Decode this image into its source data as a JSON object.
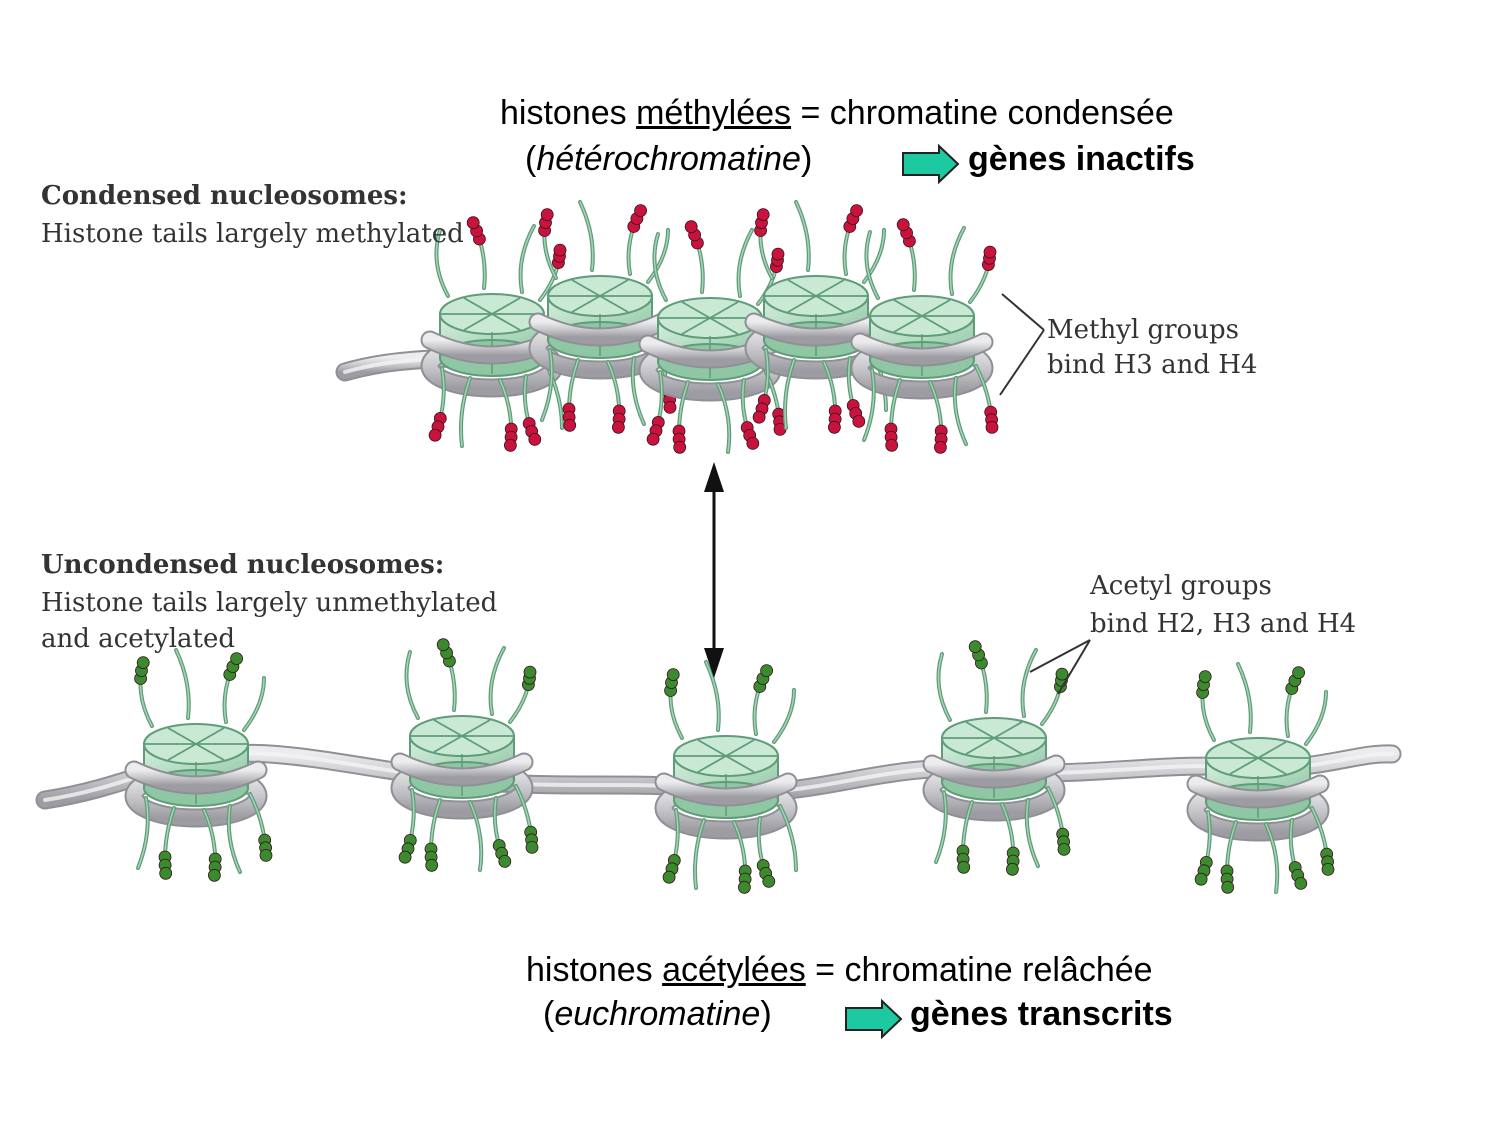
{
  "top_caption": {
    "line1_pre": "histones ",
    "line1_underlined": "méthylées",
    "line1_post": " = chromatine condensée",
    "line2_open": "(",
    "line2_italic": "hétérochromatine",
    "line2_close": ")",
    "result": "gènes inactifs"
  },
  "bottom_caption": {
    "line1_pre": "histones ",
    "line1_underlined": "acétylées",
    "line1_post": " = chromatine relâchée",
    "line2_open": "(",
    "line2_italic": "euchromatine",
    "line2_close": ")",
    "result": "gènes transcrits"
  },
  "condensed": {
    "heading": "Condensed nucleosomes:",
    "description": "Histone tails largely methylated",
    "annotation_line1": "Methyl groups",
    "annotation_line2": "bind H3 and H4"
  },
  "uncondensed": {
    "heading": "Uncondensed nucleosomes:",
    "description_line1": "Histone tails largely unmethylated",
    "description_line2": "and acetylated",
    "annotation_line1": "Acetyl groups",
    "annotation_line2": "bind H2, H3 and H4"
  },
  "colors": {
    "histone_core": "#a9d6b8",
    "histone_edge": "#5f9c78",
    "dna": "#c8c8cc",
    "methyl": "#c8143c",
    "acetyl": "#3a8a2e",
    "arrow_fill": "#1cc9a0"
  }
}
